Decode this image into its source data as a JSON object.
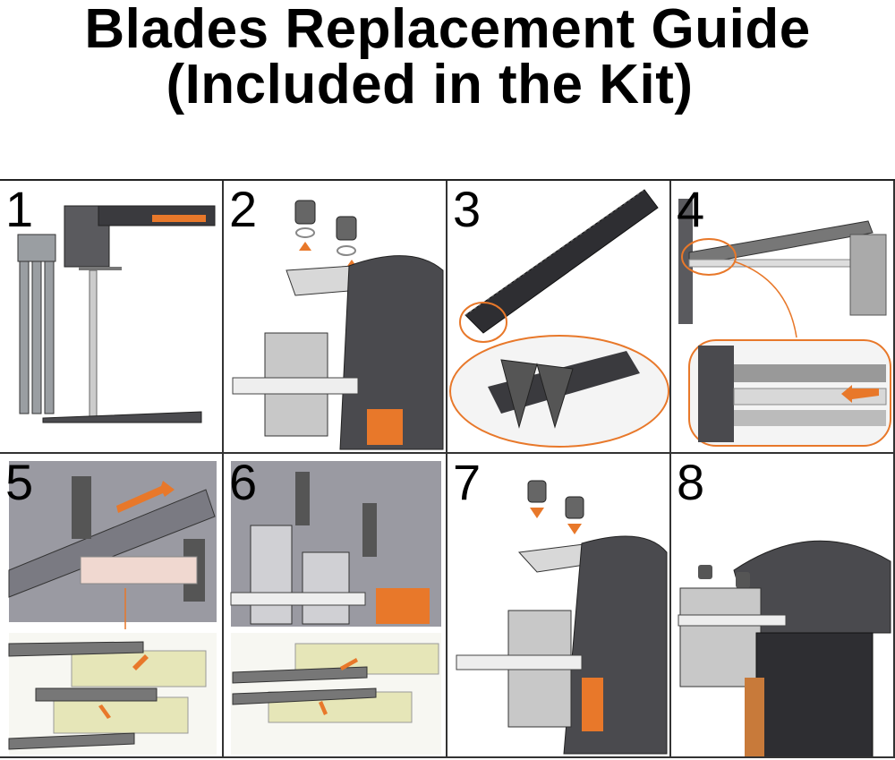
{
  "title": {
    "line1": "Blades Replacement Guide",
    "line2": "(Included in the Kit)"
  },
  "steps": [
    {
      "number": "1",
      "illustration": "blades-and-knife-stand"
    },
    {
      "number": "2",
      "illustration": "remove-screws-and-plate"
    },
    {
      "number": "3",
      "illustration": "serrated-blade-closeup"
    },
    {
      "number": "4",
      "illustration": "insert-blade-detail"
    },
    {
      "number": "5",
      "illustration": "slide-blade-into-holder"
    },
    {
      "number": "6",
      "illustration": "align-second-blade"
    },
    {
      "number": "7",
      "illustration": "replace-plate-and-screws"
    },
    {
      "number": "8",
      "illustration": "assembled-knife"
    }
  ],
  "colors": {
    "accent_orange": "#e8782a",
    "housing_dark": "#4a4a4e",
    "metal_grey": "#b8bcc0",
    "outline": "#222222",
    "slot_yellow": "#e6e6b8"
  }
}
